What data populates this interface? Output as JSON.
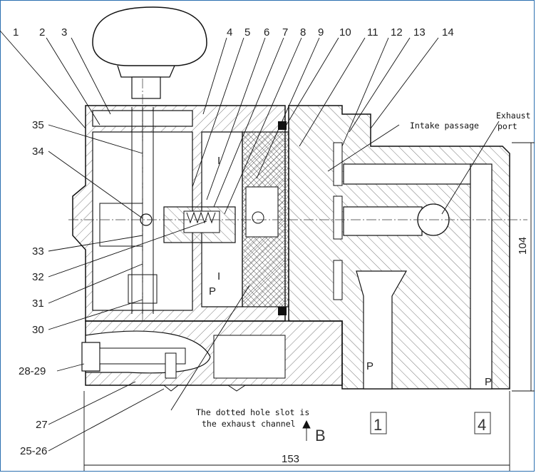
{
  "part_numbers_top": [
    "1",
    "2",
    "3",
    "4",
    "5",
    "6",
    "7",
    "8",
    "9",
    "10",
    "11",
    "12",
    "13",
    "14"
  ],
  "part_numbers_left": [
    "35",
    "34",
    "33",
    "32",
    "31",
    "30",
    "28-29",
    "27",
    "25-26"
  ],
  "annotations": {
    "intake": "Intake passage",
    "exhaust_line1": "Exhaust",
    "exhaust_line2": "port",
    "dotted_line1": "The dotted hole slot is",
    "dotted_line2": "the exhaust channel"
  },
  "chamber_labels": {
    "upper": "I",
    "lower": "I",
    "p_left": "P",
    "p_port1": "P",
    "p_port4": "P"
  },
  "port_numbers": {
    "port1": "1",
    "port4": "4"
  },
  "view_label": "B",
  "dimensions": {
    "height": "104",
    "width": "153"
  }
}
